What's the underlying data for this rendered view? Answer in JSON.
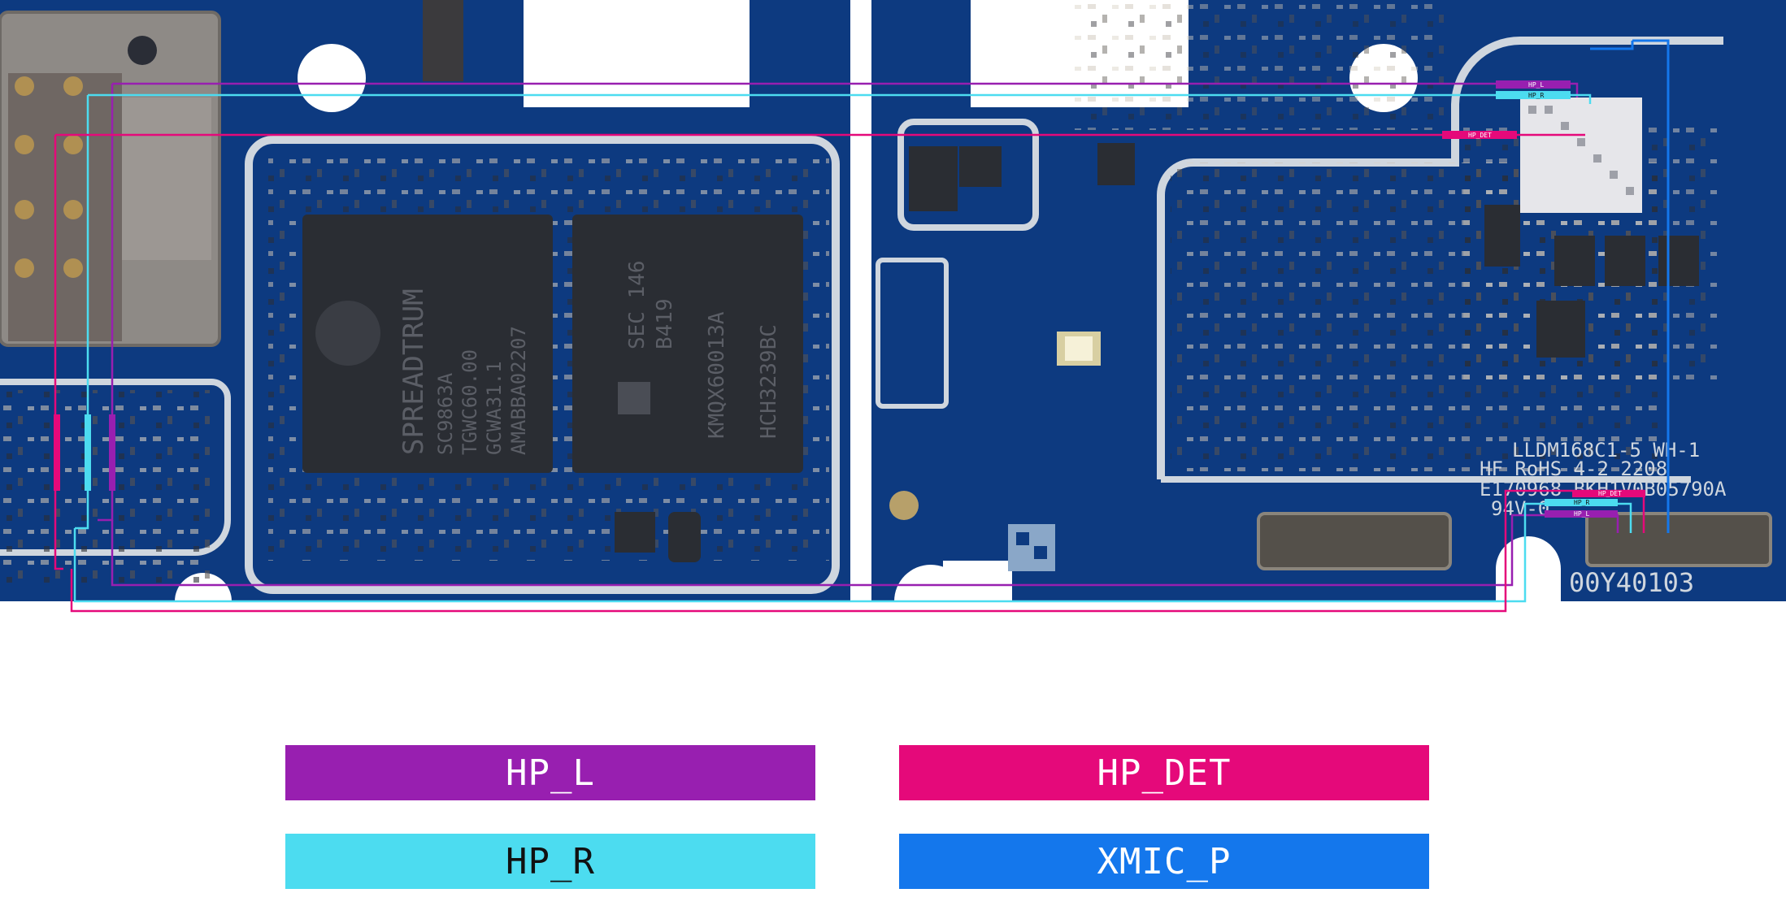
{
  "colors": {
    "board": "#0d3a80",
    "board_dark": "#0a2d68",
    "silk": "#cfd6de",
    "hp_l": "#981fb0",
    "hp_det": "#e5097a",
    "hp_r": "#4cdcf0",
    "xmic_p": "#1477ec"
  },
  "chips": {
    "soc_lines": [
      "SPREADTRUM",
      "SC9863A",
      "TGWC60.00",
      "GCWA31.1",
      "AMABBA02207"
    ],
    "mem_lines": [
      "SEC 146",
      "B419",
      "KMQX60013A",
      "HCH3239BC"
    ]
  },
  "silkscreen": {
    "line1": "LLDM168C1-5 WH-1",
    "line2": "HF RoHS 4-2 2208",
    "line3": "E170968 BKH1V0B05790A",
    "line4": "94V-0",
    "serial": "00Y40103"
  },
  "pad_labels": {
    "hp_l": "HP_L",
    "hp_r": "HP_R",
    "hp_det": "HP_DET"
  },
  "legend": {
    "hp_l": "HP_L",
    "hp_det": "HP_DET",
    "hp_r": "HP_R",
    "xmic_p": "XMIC_P"
  }
}
